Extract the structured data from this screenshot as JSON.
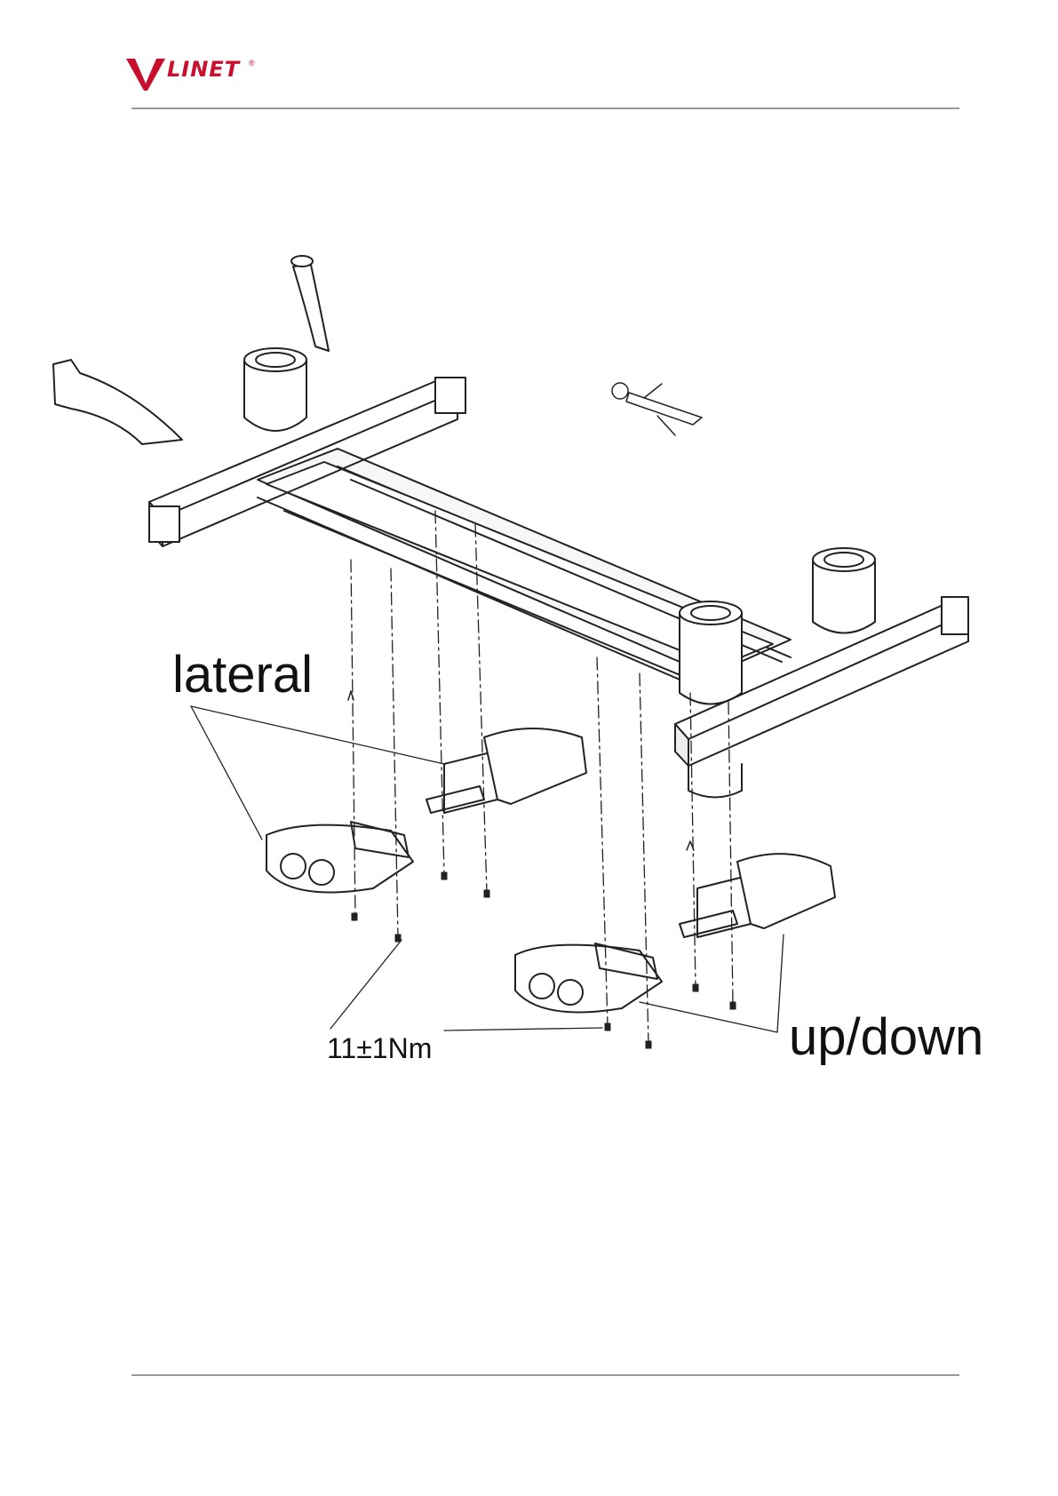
{
  "header": {
    "brand": "LINET",
    "registered_mark": "®",
    "logo_color": "#c8102e"
  },
  "figure": {
    "labels": {
      "lateral": "lateral",
      "up_down": "up/down",
      "torque": "11±1Nm"
    }
  }
}
